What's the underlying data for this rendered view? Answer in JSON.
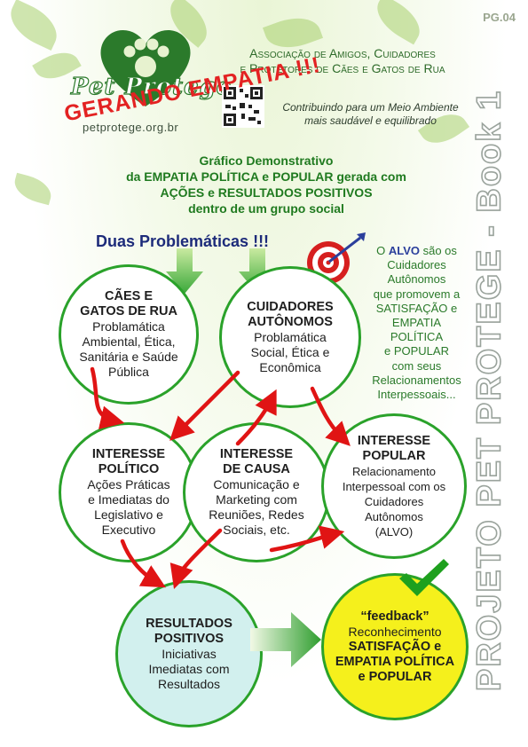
{
  "page_number": "PG.04",
  "vertical_title": "PROJETO PET PROTEGE - Book 1",
  "logo": {
    "name": "Pet Protege",
    "website": "petprotege.org.br"
  },
  "association": [
    "Associação de Amigos, Cuidadores",
    "e Protetores de Cães e Gatos de Rua"
  ],
  "slogan": [
    "Contribuindo para um Meio Ambiente",
    "mais saudável e equilibrado"
  ],
  "stamp": "GERANDO EMPATIA !!!",
  "heading": [
    "Gráfico Demonstrativo",
    "da EMPATIA POLÍTICA e POPULAR gerada com",
    "AÇÕES e RESULTADOS POSITIVOS",
    "dentro de um grupo social"
  ],
  "subheading": "Duas Problemáticas !!!",
  "target_note": {
    "prefix": "O",
    "highlight": "ALVO",
    "lines": [
      "são os",
      "Cuidadores",
      "Autônomos",
      "que promovem a",
      "SATISFAÇÃO e",
      "EMPATIA",
      "POLÍTICA",
      "e POPULAR",
      "com seus",
      "Relacionamentos",
      "Interpessoais..."
    ]
  },
  "nodes": {
    "caes": {
      "title": [
        "CÃES E",
        "GATOS DE RUA"
      ],
      "desc": [
        "Problamática",
        "Ambiental, Ética,",
        "Sanitária e Saúde",
        "Pública"
      ]
    },
    "cuidadores": {
      "title": [
        "CUIDADORES",
        "AUTÔNOMOS"
      ],
      "desc": [
        "Problamática",
        "Social, Ética e",
        "Econômica"
      ]
    },
    "politico": {
      "title": [
        "INTERESSE",
        "POLÍTICO"
      ],
      "desc": [
        "Ações Práticas",
        "e Imediatas do",
        "Legislativo e",
        "Executivo"
      ]
    },
    "causa": {
      "title": [
        "INTERESSE",
        "DE CAUSA"
      ],
      "desc": [
        "Comunicação e",
        "Marketing com",
        "Reuniões, Redes",
        "Sociais, etc."
      ]
    },
    "popular": {
      "title": [
        "INTERESSE",
        "POPULAR"
      ],
      "desc": [
        "Relacionamento",
        "Interpessoal com os",
        "Cuidadores",
        "Autônomos",
        "(ALVO)"
      ]
    },
    "resultados": {
      "title": [
        "RESULTADOS",
        "POSITIVOS"
      ],
      "desc": [
        "Iniciativas",
        "Imediatas com",
        "Resultados"
      ]
    },
    "feedback": {
      "title": [
        "“feedback”"
      ],
      "desc": [
        "Reconhecimento"
      ],
      "strong": [
        "SATISFAÇÃO e",
        "EMPATIA POLÍTICA",
        "e POPULAR"
      ]
    }
  },
  "colors": {
    "green_border": "#2aa22a",
    "red_arrow": "#e01414",
    "heading_green": "#1f7a1f",
    "navy": "#1d2b7a",
    "results_fill": "#d2f0ee",
    "feedback_fill": "#f5f01c"
  },
  "icons": [
    "heart-paw-logo-icon",
    "qr-code-icon",
    "target-dart-icon",
    "green-down-arrow-icon",
    "green-right-arrow-icon",
    "check-mark-icon",
    "leaf-icon"
  ]
}
